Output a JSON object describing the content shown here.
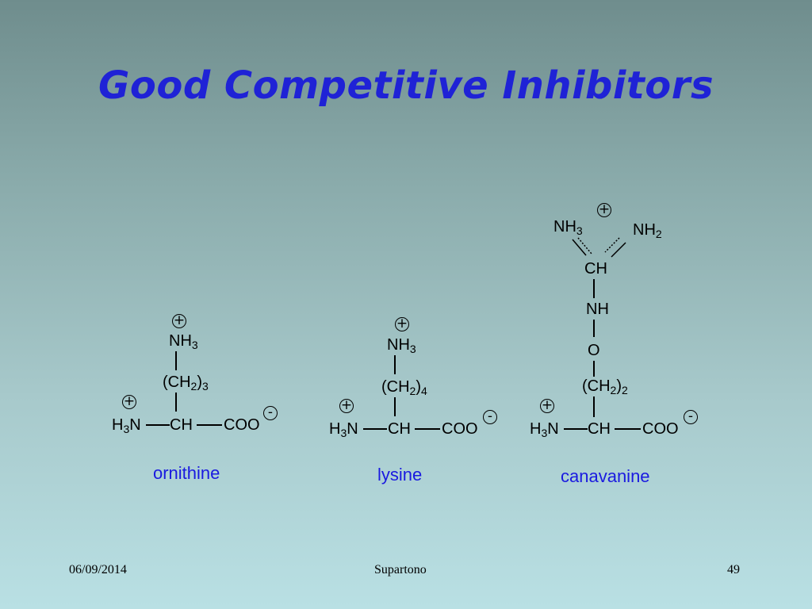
{
  "slide": {
    "title": "Good Competitive Inhibitors",
    "footer": {
      "date": "06/09/2014",
      "author": "Supartono",
      "page": "49"
    }
  },
  "molecules": [
    {
      "name": "ornithine",
      "chain_count": "3"
    },
    {
      "name": "lysine",
      "chain_count": "4"
    },
    {
      "name": "canavanine",
      "chain_count": "2"
    }
  ],
  "labels": {
    "nh3": "NH",
    "nh2": "NH",
    "sub3": "3",
    "sub2": "2",
    "h": "H",
    "n": "N",
    "ch": "CH",
    "coo": "COO",
    "ch2_open": "(CH",
    "ch2_close": ")",
    "nh": "NH",
    "o": "O",
    "plus": "+",
    "minus": "-"
  }
}
